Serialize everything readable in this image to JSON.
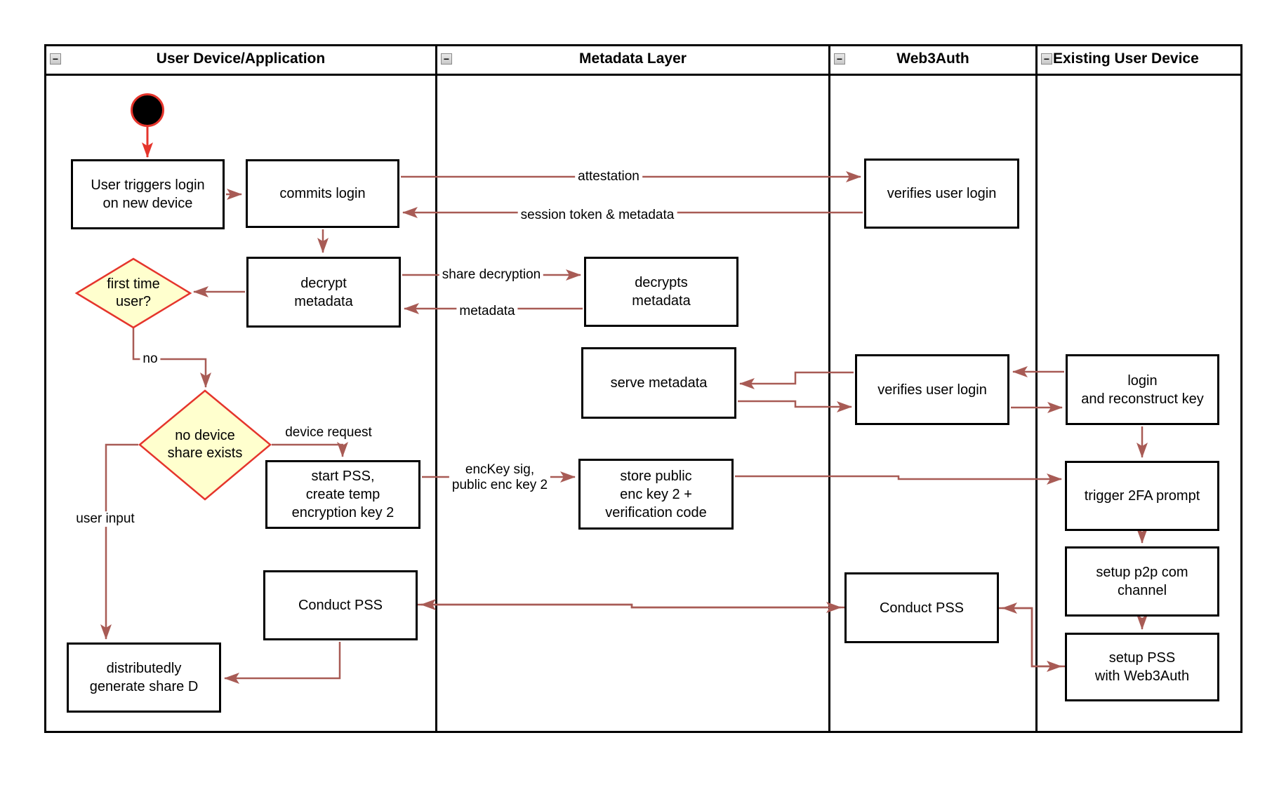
{
  "diagram": {
    "collapse_glyph": "−",
    "lanes": [
      {
        "title": "User Device/Application"
      },
      {
        "title": "Metadata Layer"
      },
      {
        "title": "Web3Auth"
      },
      {
        "title": "Existing User Device"
      }
    ],
    "nodes": {
      "user_triggers": "User triggers login\non new device",
      "commits_login": "commits login",
      "verifies_login_1": "verifies user login",
      "decrypt_metadata": "decrypt\nmetadata",
      "decrypts_metadata": "decrypts\nmetadata",
      "first_time_user": "first time\nuser?",
      "serve_metadata": "serve metadata",
      "verifies_login_2": "verifies user login",
      "login_reconstruct": "login\nand reconstruct key",
      "no_device_share": "no device\nshare exists",
      "start_pss": "start PSS,\ncreate temp\nencryption key 2",
      "store_public": "store public\nenc key 2 +\nverification code",
      "trigger_2fa": "trigger 2FA prompt",
      "setup_p2p": "setup p2p com\nchannel",
      "conduct_pss_a": "Conduct PSS",
      "conduct_pss_b": "Conduct PSS",
      "setup_pss": "setup PSS\nwith Web3Auth",
      "distributedly": "distributedly\ngenerate share D"
    },
    "edge_labels": {
      "attestation": "attestation",
      "session": "session token & metadata",
      "share_decryption": "share decryption",
      "metadata": "metadata",
      "no": "no",
      "device_request": "device request",
      "user_input": "user input",
      "enckey": "encKey sig,\npublic enc key 2"
    },
    "colors": {
      "arrow": "#a85b55",
      "highlight_red": "#e5352c",
      "diamond_fill": "#ffffce",
      "box_border": "#000000"
    }
  }
}
